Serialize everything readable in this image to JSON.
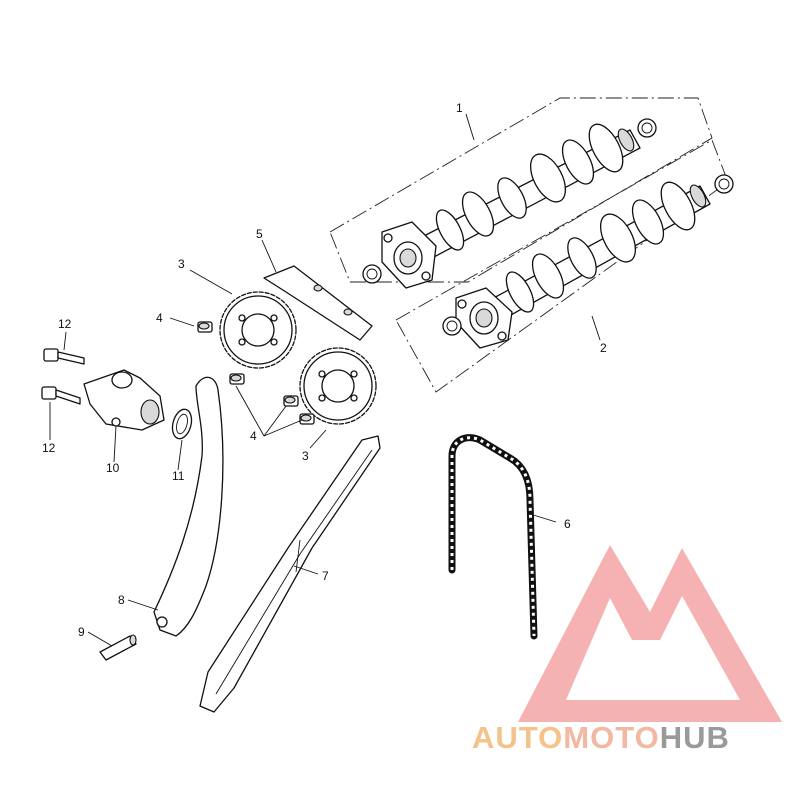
{
  "callouts": {
    "c1": "1",
    "c2": "2",
    "c3a": "3",
    "c3b": "3",
    "c4a": "4",
    "c4b": "4",
    "c5": "5",
    "c6": "6",
    "c7": "7",
    "c8": "8",
    "c9": "9",
    "c10": "10",
    "c11": "11",
    "c12a": "12",
    "c12b": "12"
  },
  "watermark": {
    "word1": "AUTO",
    "word2": "MOTO",
    "word3": "HUB",
    "color_primary": "#f2b8a2",
    "color_secondary": "#f4c28a",
    "color_tertiary": "#9a9a9a",
    "logo_color": "#f4a5a5"
  }
}
